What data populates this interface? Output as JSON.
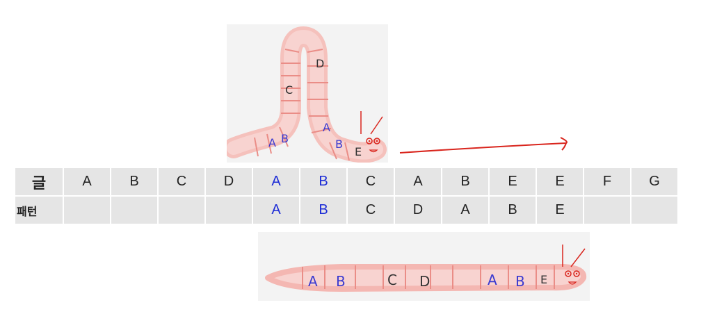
{
  "table": {
    "text_label": "글",
    "pattern_label": "패턴",
    "text_cells": [
      {
        "v": "A",
        "c": "#222222"
      },
      {
        "v": "B",
        "c": "#222222"
      },
      {
        "v": "C",
        "c": "#222222"
      },
      {
        "v": "D",
        "c": "#222222"
      },
      {
        "v": "A",
        "c": "#1c2bd6"
      },
      {
        "v": "B",
        "c": "#1c2bd6"
      },
      {
        "v": "C",
        "c": "#222222"
      },
      {
        "v": "A",
        "c": "#222222"
      },
      {
        "v": "B",
        "c": "#222222"
      },
      {
        "v": "E",
        "c": "#222222"
      },
      {
        "v": "E",
        "c": "#222222"
      },
      {
        "v": "F",
        "c": "#222222"
      },
      {
        "v": "G",
        "c": "#222222"
      }
    ],
    "pattern_cells": [
      {
        "v": "",
        "c": "#222222"
      },
      {
        "v": "",
        "c": "#222222"
      },
      {
        "v": "",
        "c": "#222222"
      },
      {
        "v": "",
        "c": "#222222"
      },
      {
        "v": "A",
        "c": "#1c2bd6"
      },
      {
        "v": "B",
        "c": "#1c2bd6"
      },
      {
        "v": "C",
        "c": "#222222"
      },
      {
        "v": "D",
        "c": "#222222"
      },
      {
        "v": "A",
        "c": "#222222"
      },
      {
        "v": "B",
        "c": "#222222"
      },
      {
        "v": "E",
        "c": "#222222"
      },
      {
        "v": "",
        "c": "#222222"
      },
      {
        "v": "",
        "c": "#222222"
      }
    ]
  },
  "worm_top": {
    "letters": [
      {
        "v": "D",
        "c": "#333333"
      },
      {
        "v": "C",
        "c": "#333333"
      },
      {
        "v": "A",
        "c": "#3a3ad0"
      },
      {
        "v": "B",
        "c": "#3a3ad0"
      },
      {
        "v": "A",
        "c": "#3a3ad0"
      },
      {
        "v": "B",
        "c": "#3a3ad0"
      },
      {
        "v": "E",
        "c": "#333333"
      }
    ]
  },
  "worm_bottom": {
    "letters": [
      {
        "v": "A",
        "c": "#3a3ad0"
      },
      {
        "v": "B",
        "c": "#3a3ad0"
      },
      {
        "v": "C",
        "c": "#333333"
      },
      {
        "v": "D",
        "c": "#333333"
      },
      {
        "v": "A",
        "c": "#3a3ad0"
      },
      {
        "v": "B",
        "c": "#3a3ad0"
      },
      {
        "v": "E",
        "c": "#333333"
      }
    ]
  },
  "colors": {
    "worm_body": "#f4b7b2",
    "worm_outline": "#ea8d87",
    "arrow": "#d9251d",
    "cell_bg": "#e5e5e5",
    "match_blue": "#1c2bd6"
  }
}
